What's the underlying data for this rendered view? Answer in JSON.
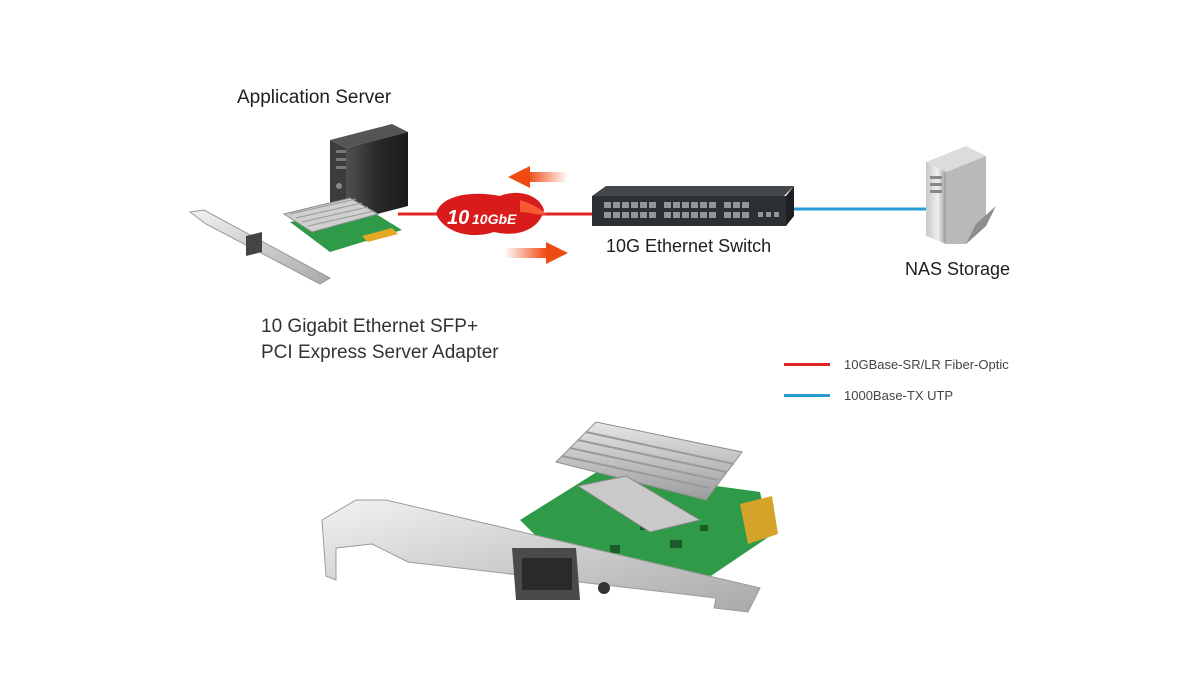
{
  "labels": {
    "application_server": "Application Server",
    "switch": "10G Ethernet Switch",
    "nas": "NAS Storage",
    "adapter_line1": "10 Gigabit Ethernet SFP+",
    "adapter_line2": "PCI Express Server Adapter",
    "badge": "10GbE"
  },
  "legend": [
    {
      "label": "10GBase-SR/LR Fiber-Optic",
      "color": "#e02424"
    },
    {
      "label": "1000Base-TX UTP",
      "color": "#2a9bd6"
    }
  ],
  "colors": {
    "fiber": "#e02424",
    "utp": "#2a9bd6",
    "arrow": "#f04a14",
    "pcb": "#2f9a47",
    "switch_body": "#2c2f33",
    "server_body": "#2a2a2a"
  }
}
